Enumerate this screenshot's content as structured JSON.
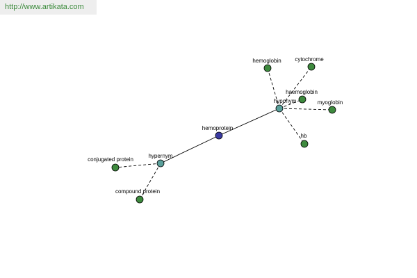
{
  "header": {
    "url_text": "http://www.artikata.com"
  },
  "colors": {
    "center_node": "#3a3aa0",
    "relation_node": "#5a9f9a",
    "leaf_node": "#3e8a3e",
    "edge": "#000000"
  },
  "diagram": {
    "nodes": [
      {
        "id": "hemoprotein",
        "label": "hemoprotein",
        "role": "center"
      },
      {
        "id": "hyponym",
        "label": "hyponym",
        "role": "relation"
      },
      {
        "id": "hypernym",
        "label": "hypernym",
        "role": "relation"
      },
      {
        "id": "hemoglobin",
        "label": "hemoglobin",
        "role": "leaf"
      },
      {
        "id": "cytochrome",
        "label": "cytochrome",
        "role": "leaf"
      },
      {
        "id": "haemoglobin",
        "label": "haemoglobin",
        "role": "leaf"
      },
      {
        "id": "myoglobin",
        "label": "myoglobin",
        "role": "leaf"
      },
      {
        "id": "hb",
        "label": "hb",
        "role": "leaf"
      },
      {
        "id": "conjugated-protein",
        "label": "conjugated protein",
        "role": "leaf"
      },
      {
        "id": "compound-protein",
        "label": "compound protein",
        "role": "leaf"
      }
    ],
    "edges": [
      {
        "from": "hemoprotein",
        "to": "hyponym",
        "style": "solid"
      },
      {
        "from": "hemoprotein",
        "to": "hypernym",
        "style": "solid"
      },
      {
        "from": "hyponym",
        "to": "hemoglobin",
        "style": "dashed"
      },
      {
        "from": "hyponym",
        "to": "cytochrome",
        "style": "dashed"
      },
      {
        "from": "hyponym",
        "to": "haemoglobin",
        "style": "dashed"
      },
      {
        "from": "hyponym",
        "to": "myoglobin",
        "style": "dashed"
      },
      {
        "from": "hyponym",
        "to": "hb",
        "style": "dashed"
      },
      {
        "from": "hypernym",
        "to": "conjugated-protein",
        "style": "dashed"
      },
      {
        "from": "hypernym",
        "to": "compound-protein",
        "style": "dashed"
      }
    ]
  }
}
